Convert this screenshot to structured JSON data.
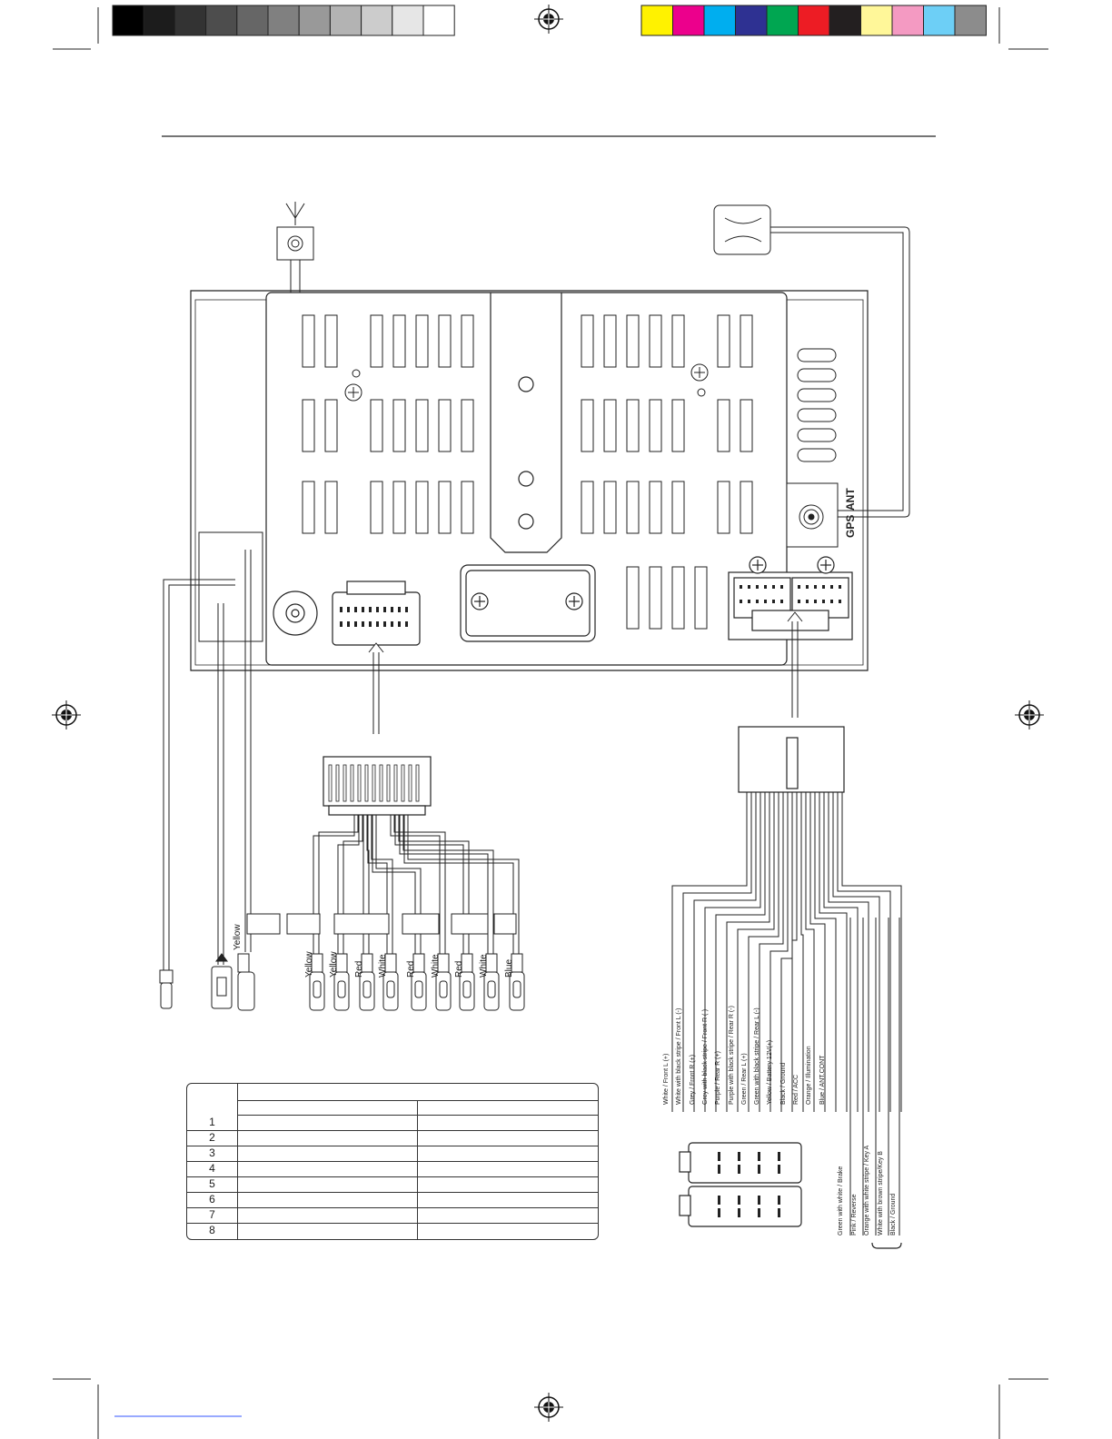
{
  "color_bars": {
    "grayscale": [
      "#000000",
      "#1c1c1c",
      "#333333",
      "#4d4d4d",
      "#666666",
      "#808080",
      "#999999",
      "#b3b3b3",
      "#cccccc",
      "#e6e6e6",
      "#ffffff"
    ],
    "process": [
      "#fff200",
      "#ec008c",
      "#00aeef",
      "#2e3192",
      "#00a651",
      "#ed1c24",
      "#231f20",
      "#fff799",
      "#f49ac2",
      "#6dcff6",
      "#8c8c8c"
    ]
  },
  "unit": {
    "port_label_gps": "GPS",
    "port_label_ant": "ANT"
  },
  "rca_cables": {
    "video_out_label": "Yellow",
    "labels": [
      "Yellow",
      "Yellow",
      "Red",
      "White",
      "Red",
      "White",
      "Red",
      "White",
      "Blue"
    ]
  },
  "iso_wires": {
    "harness_labels": [
      "White / Front L (+)",
      "White with black stripe / Front L (-)",
      "Grey / Front R (+)",
      "Grey with black stripe / Front R (-)",
      "Purple / Rear R (+)",
      "Purple with black stripe / Rear R (-)",
      "Green / Rear L (+)",
      "Green with black stripe / Rear L (-)",
      "Yellow / Battery 12V(+)",
      "Black / Ground",
      "Red / ACC",
      "Orange / Illumination",
      "Blue / ANT.CONT"
    ],
    "extra_labels": [
      "Green with white / Brake",
      "Pink / Reverse",
      "Orange with white stripe / Key A",
      "White with brown stripe/Key B",
      "Black / Ground"
    ]
  },
  "table": {
    "rows": [
      "1",
      "2",
      "3",
      "4",
      "5",
      "6",
      "7",
      "8"
    ]
  }
}
